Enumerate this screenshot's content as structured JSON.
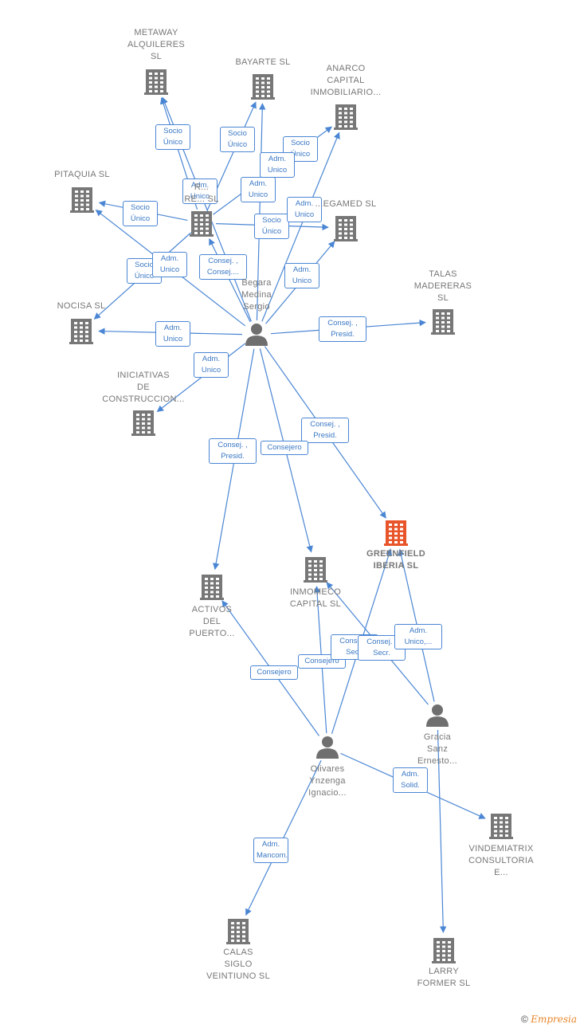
{
  "colors": {
    "edge": "#4a86d4",
    "company": "#777777",
    "highlight": "#e8552a",
    "person": "#6f6f6f"
  },
  "nodes": [
    {
      "id": "metaway",
      "type": "company",
      "label": "METAWAY\nALQUILERES\nSL"
    },
    {
      "id": "bayarte",
      "type": "company",
      "label": "BAYARTE SL"
    },
    {
      "id": "anarco",
      "type": "company",
      "label": "ANARCO\nCAPITAL\nINMOBILIARIO..."
    },
    {
      "id": "pitaquia",
      "type": "company",
      "label": "PITAQUIA SL"
    },
    {
      "id": "re",
      "type": "company",
      "label": "R...\nRE... SL"
    },
    {
      "id": "egamed",
      "type": "company",
      "label": "...EGAMED SL"
    },
    {
      "id": "nocisa",
      "type": "company",
      "label": "NOCISA SL"
    },
    {
      "id": "talas",
      "type": "company",
      "label": "TALAS\nMADERERAS\nSL"
    },
    {
      "id": "iniciativas",
      "type": "company",
      "label": "INICIATIVAS\nDE\nCONSTRUCCION..."
    },
    {
      "id": "begara",
      "type": "person",
      "label": "Begara\nMedina\nSergio"
    },
    {
      "id": "greenfield",
      "type": "highlight",
      "label": "GREENFIELD\nIBERIA SL"
    },
    {
      "id": "inmomeco",
      "type": "company",
      "label": "INMOMECO\nCAPITAL SL"
    },
    {
      "id": "activos",
      "type": "company",
      "label": "ACTIVOS\nDEL\nPUERTO..."
    },
    {
      "id": "gracia",
      "type": "person",
      "label": "Gracia\nSanz\nErnesto..."
    },
    {
      "id": "olivares",
      "type": "person",
      "label": "Olivares\nYnzenga\nIgnacio..."
    },
    {
      "id": "vindemiatrix",
      "type": "company",
      "label": "VINDEMIATRIX\nCONSULTORIA\nE..."
    },
    {
      "id": "calas",
      "type": "company",
      "label": "CALAS\nSIGLO\nVEINTIUNO SL"
    },
    {
      "id": "larry",
      "type": "company",
      "label": "LARRY\nFORMER SL"
    }
  ],
  "edges": [
    {
      "from": "re",
      "to": "metaway",
      "label": "Socio\nÚnico"
    },
    {
      "from": "re",
      "to": "bayarte",
      "label": "Socio\nÚnico"
    },
    {
      "from": "re",
      "to": "anarco",
      "label": "Socio\nÚnico"
    },
    {
      "from": "re",
      "to": "pitaquia",
      "label": "Socio\nÚnico"
    },
    {
      "from": "re",
      "to": "egamed",
      "label": "Socio\nÚnico"
    },
    {
      "from": "re",
      "to": "nocisa",
      "label": "Socio\nÚnico"
    },
    {
      "from": "begara",
      "to": "metaway",
      "label": "Adm.\nUnico"
    },
    {
      "from": "begara",
      "to": "bayarte",
      "label": "Adm.\nUnico"
    },
    {
      "from": "begara",
      "to": "anarco",
      "label": "Adm.\nUnico"
    },
    {
      "from": "begara",
      "to": "egamed",
      "label": "Adm.\nUnico"
    },
    {
      "from": "begara",
      "to": "pitaquia",
      "label": "Adm.\nUnico"
    },
    {
      "from": "begara",
      "to": "re",
      "label": "Consej. ,\nConsej...."
    },
    {
      "from": "begara",
      "to": "nocisa",
      "label": "Adm.\nUnico"
    },
    {
      "from": "begara",
      "to": "iniciativas",
      "label": "Adm.\nUnico"
    },
    {
      "from": "begara",
      "to": "talas",
      "label": "Adm.\nUnico"
    },
    {
      "from": "begara",
      "to": "greenfield",
      "label": "Consej. ,\nPresid."
    },
    {
      "from": "begara",
      "to": "inmomeco",
      "label": "Consej. ,\nPresid."
    },
    {
      "from": "begara",
      "to": "activos",
      "label": "Consejero"
    },
    {
      "from": "olivares",
      "to": "activos",
      "label": "Consej. ,\nPresid."
    },
    {
      "from": "olivares",
      "to": "inmomeco",
      "label": "Consejero"
    },
    {
      "from": "olivares",
      "to": "greenfield",
      "label": "Consejero"
    },
    {
      "from": "gracia",
      "to": "inmomeco",
      "label": "Consej. ,\nSecr."
    },
    {
      "from": "gracia",
      "to": "greenfield",
      "label": "Consej. ,\nSecr."
    },
    {
      "from": "olivares",
      "to": "vindemiatrix",
      "label": "Adm.\nUnico,..."
    },
    {
      "from": "olivares",
      "to": "calas",
      "label": "Adm.\nSolid."
    },
    {
      "from": "gracia",
      "to": "larry",
      "label": "Adm.\nMancom."
    }
  ],
  "footer": {
    "copyright": "©",
    "brand": "Empresia"
  }
}
